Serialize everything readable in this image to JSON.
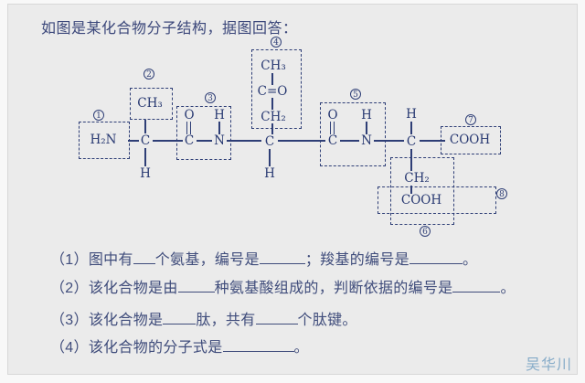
{
  "title": "如图是某化合物分子结构，据图回答：",
  "watermark": "吴华川",
  "colors": {
    "ink": "#2e3e76",
    "question_text": "#3f4c7b",
    "watermark": "#85abc8",
    "panel_background": "#ebebeb"
  },
  "structure": {
    "badges": [
      "1",
      "2",
      "3",
      "4",
      "5",
      "6",
      "7",
      "8"
    ],
    "atoms": {
      "amino": "H₂N",
      "alpha1": "C",
      "alpha1_h": "H",
      "methyl1": "CH₃",
      "pep1_o": "O",
      "pep1_c": "C",
      "pep1_h": "H",
      "pep1_n": "N",
      "side2_ch3": "CH₃",
      "side2_co": "C=O",
      "side2_ch2": "CH₂",
      "alpha2": "C",
      "alpha2_h": "H",
      "pep2_o": "O",
      "pep2_c": "C",
      "pep2_h": "H",
      "pep2_n": "N",
      "alpha3_h": "H",
      "alpha3": "C",
      "carboxyl_top": "COOH",
      "side3_ch2": "CH₂",
      "side3_cooh": "COOH"
    }
  },
  "questions": {
    "q1": {
      "num": "（1）",
      "t1": "图中有",
      "t2": "个氨基，编号是",
      "t3": "；羧基的编号是",
      "t4": "。"
    },
    "q2": {
      "num": "（2）",
      "t1": "该化合物是由",
      "t2": "种氨基酸组成的，判断依据的编号是",
      "t3": "。"
    },
    "q3": {
      "num": "（3）",
      "t1": "该化合物是",
      "t2": "肽，共有",
      "t3": "个肽键。"
    },
    "q4": {
      "num": "（4）",
      "t1": "该化合物的分子式是",
      "t2": "。"
    }
  }
}
